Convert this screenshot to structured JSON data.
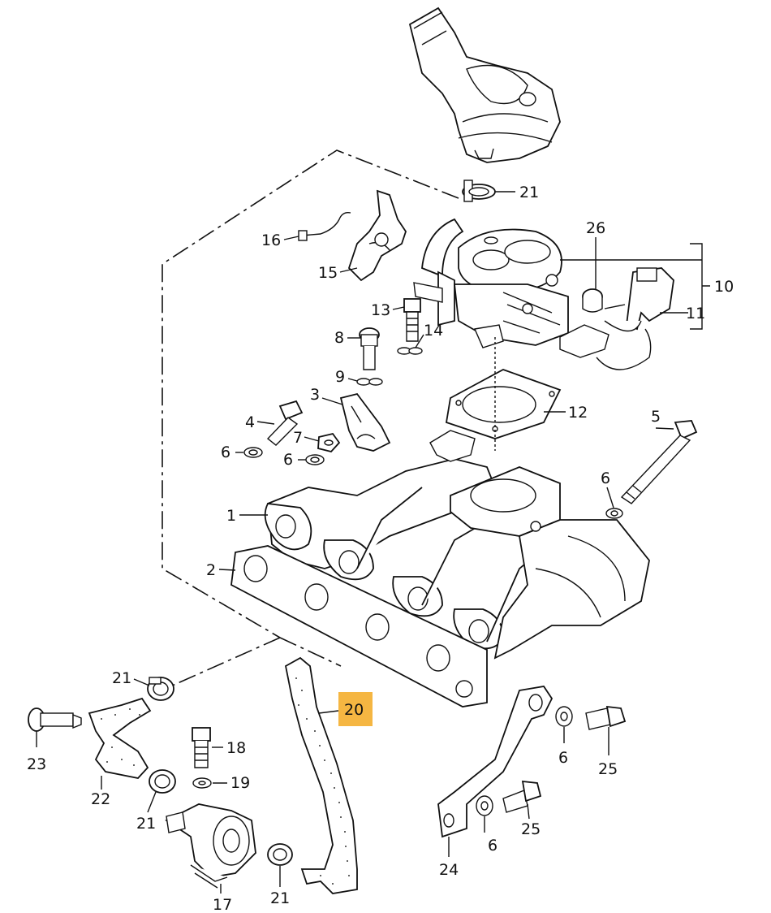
{
  "diagram": {
    "callouts": [
      {
        "id": "c-21-top",
        "text": "21"
      },
      {
        "id": "c-26",
        "text": "26"
      },
      {
        "id": "c-16",
        "text": "16"
      },
      {
        "id": "c-15",
        "text": "15"
      },
      {
        "id": "c-10",
        "text": "10"
      },
      {
        "id": "c-13",
        "text": "13"
      },
      {
        "id": "c-11",
        "text": "11"
      },
      {
        "id": "c-14",
        "text": "14"
      },
      {
        "id": "c-8",
        "text": "8"
      },
      {
        "id": "c-9",
        "text": "9"
      },
      {
        "id": "c-3",
        "text": "3"
      },
      {
        "id": "c-12",
        "text": "12"
      },
      {
        "id": "c-4",
        "text": "4"
      },
      {
        "id": "c-5",
        "text": "5"
      },
      {
        "id": "c-7",
        "text": "7"
      },
      {
        "id": "c-6-a",
        "text": "6"
      },
      {
        "id": "c-6-b",
        "text": "6"
      },
      {
        "id": "c-6-c",
        "text": "6"
      },
      {
        "id": "c-1",
        "text": "1"
      },
      {
        "id": "c-2",
        "text": "2"
      },
      {
        "id": "c-21-left",
        "text": "21"
      },
      {
        "id": "c-20",
        "text": "20"
      },
      {
        "id": "c-23",
        "text": "23"
      },
      {
        "id": "c-18",
        "text": "18"
      },
      {
        "id": "c-6-d",
        "text": "6"
      },
      {
        "id": "c-25-a",
        "text": "25"
      },
      {
        "id": "c-22",
        "text": "22"
      },
      {
        "id": "c-19",
        "text": "19"
      },
      {
        "id": "c-21-mid",
        "text": "21"
      },
      {
        "id": "c-6-e",
        "text": "6"
      },
      {
        "id": "c-25-b",
        "text": "25"
      },
      {
        "id": "c-24",
        "text": "24"
      },
      {
        "id": "c-17",
        "text": "17"
      },
      {
        "id": "c-21-bottom",
        "text": "21"
      }
    ],
    "highlight": {
      "part": "20",
      "color": "#f5b642"
    }
  }
}
